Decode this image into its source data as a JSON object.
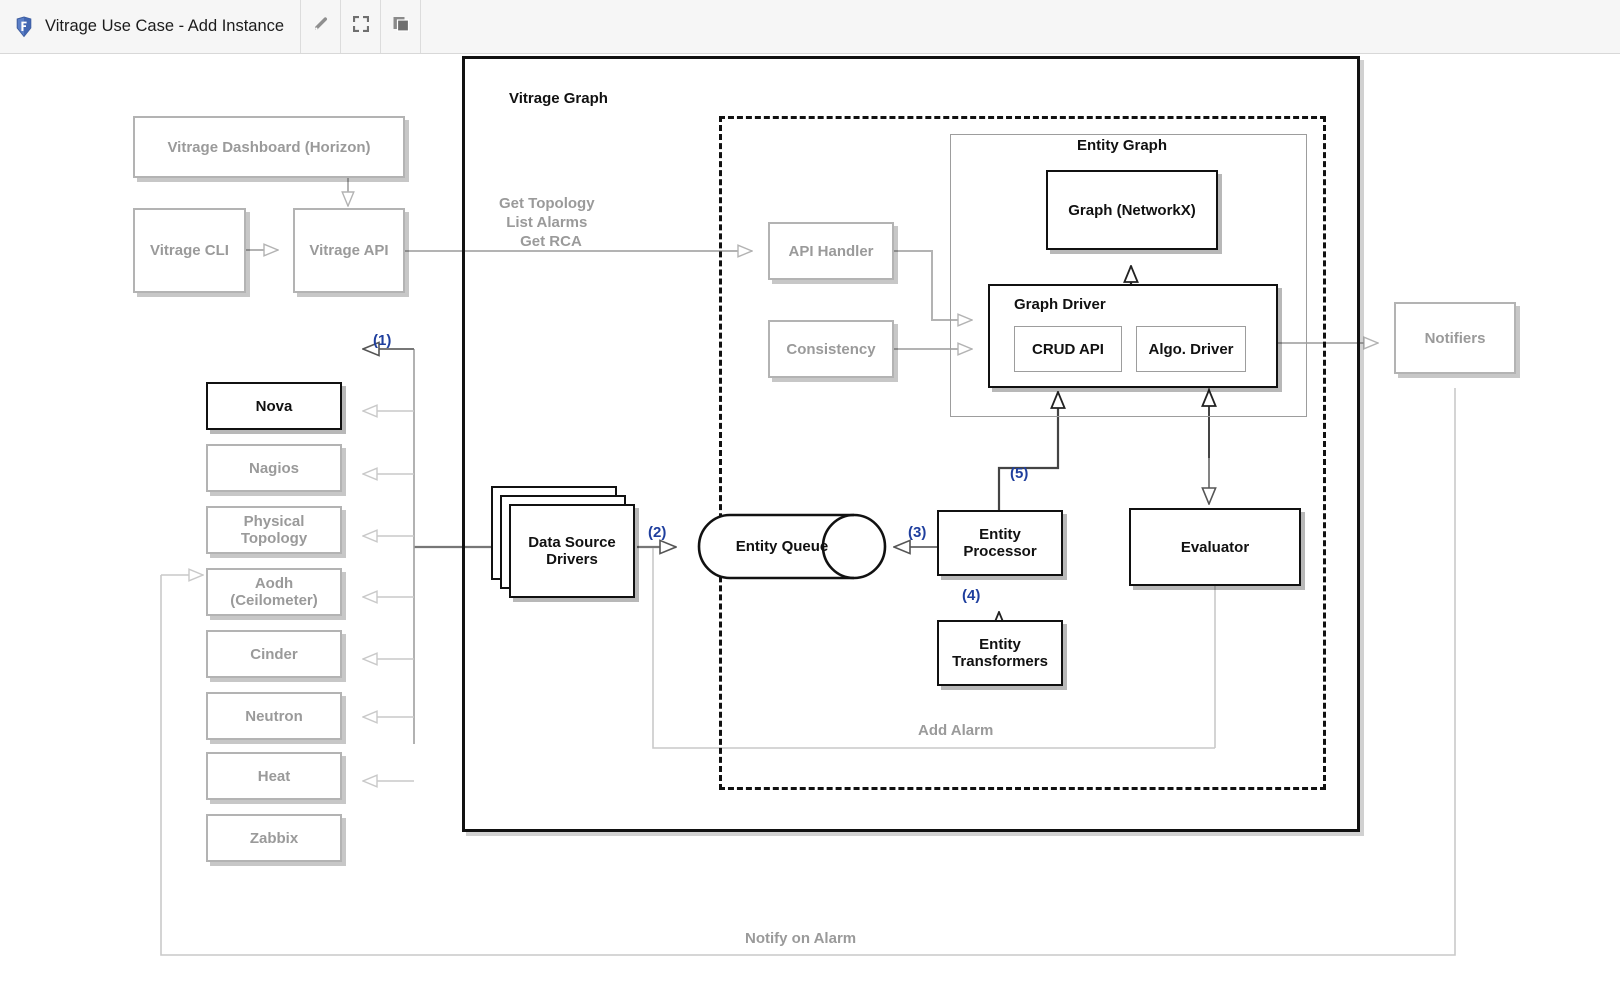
{
  "titlebar": {
    "logo_icon": "vitrage-logo-icon",
    "title": "Vitrage Use Case - Add Instance",
    "buttons": [
      {
        "name": "edit-button",
        "icon": "pencil-icon"
      },
      {
        "name": "fullscreen-button",
        "icon": "expand-arrows-icon"
      },
      {
        "name": "copy-button",
        "icon": "copy-layers-icon"
      }
    ]
  },
  "diagram": {
    "frames": {
      "vitrage_graph_label": "Vitrage Graph",
      "entity_graph_label": "Entity Graph",
      "graph_driver_label": "Graph Driver"
    },
    "nodes": {
      "dashboard": "Vitrage Dashboard (Horizon)",
      "cli": "Vitrage CLI",
      "api": "Vitrage API",
      "api_handler": "API Handler",
      "consistency": "Consistency",
      "graph_networkx": "Graph (NetworkX)",
      "crud_api": "CRUD API",
      "algo_driver": "Algo. Driver",
      "notifiers": "Notifiers",
      "data_source_drivers": "Data Source\nDrivers",
      "entity_queue": "Entity Queue",
      "entity_processor": "Entity\nProcessor",
      "entity_transformers": "Entity\nTransformers",
      "evaluator": "Evaluator"
    },
    "data_sources": [
      {
        "label": "Nova",
        "active": true
      },
      {
        "label": "Nagios",
        "active": false
      },
      {
        "label": "Physical\nTopology",
        "active": false
      },
      {
        "label": "Aodh\n(Ceilometer)",
        "active": false
      },
      {
        "label": "Cinder",
        "active": false
      },
      {
        "label": "Neutron",
        "active": false
      },
      {
        "label": "Heat",
        "active": false
      },
      {
        "label": "Zabbix",
        "active": false
      }
    ],
    "edge_labels": {
      "api_ops": "Get Topology\nList Alarms\n  Get RCA",
      "add_alarm": "Add Alarm",
      "notify_on_alarm": "Notify on Alarm"
    },
    "step_markers": [
      {
        "id": "1",
        "label": "(1)"
      },
      {
        "id": "2",
        "label": "(2)"
      },
      {
        "id": "3",
        "label": "(3)"
      },
      {
        "id": "4",
        "label": "(4)"
      },
      {
        "id": "5",
        "label": "(5)"
      }
    ]
  },
  "colors": {
    "active_stroke": "#111111",
    "passive_stroke": "#b3b3b3",
    "passive_text": "#9a9a9a",
    "step_marker": "#1f3f9e",
    "titlebar_bg": "#f6f6f6"
  }
}
